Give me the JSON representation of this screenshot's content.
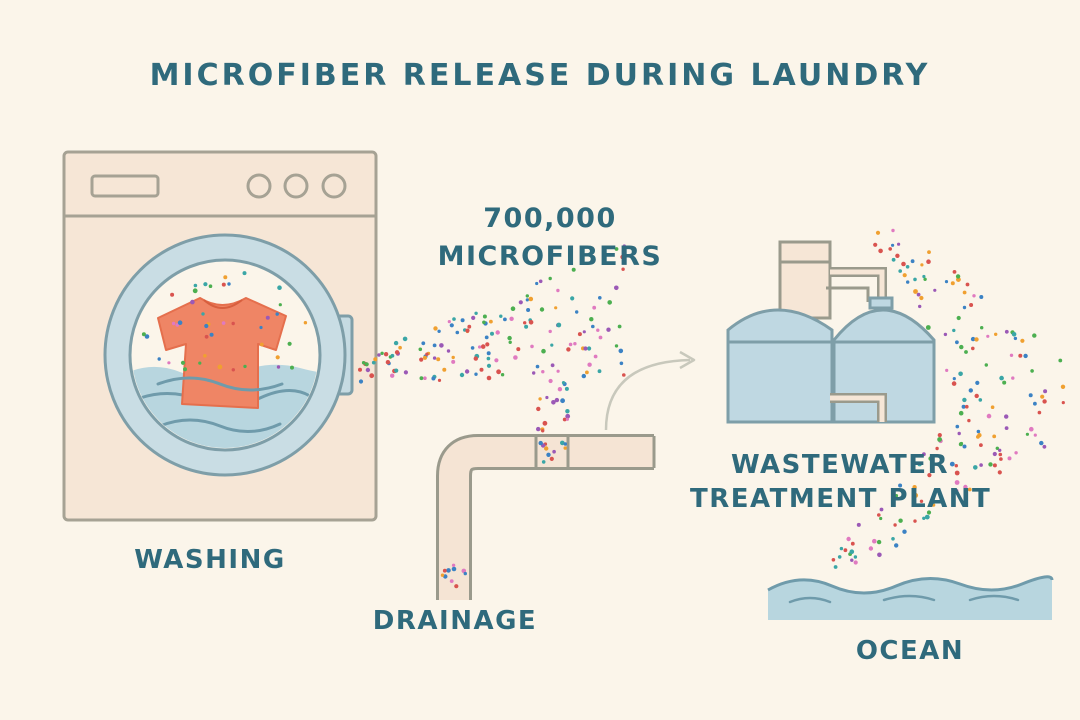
{
  "title": "MICROFIBER RELEASE DURING LAUNDRY",
  "count": {
    "line1": "700,000",
    "line2": "MICROFIBERS"
  },
  "stages": {
    "washing": "WASHING",
    "drainage": "DRAINAGE",
    "plant_line1": "WASTEWATER",
    "plant_line2": "TREATMENT PLANT",
    "ocean": "OCEAN"
  },
  "colors": {
    "background": "#fbf5ea",
    "text": "#2f6a7c",
    "outline": "#9a9a8c",
    "machine_fill": "#f6e6d6",
    "water": "#b8d6df",
    "water_line": "#6f9bab",
    "shirt": "#ef8565",
    "pipe": "#f5e4d4",
    "tank": "#bfd8e2",
    "particles": [
      "#d9534f",
      "#3b82c4",
      "#4caf50",
      "#f0a030",
      "#9b59b6",
      "#e07ac0",
      "#3aa6a6"
    ]
  },
  "icons": {
    "machine": "washing-machine-icon",
    "shirt": "t-shirt-icon",
    "pipe": "drain-pipe-icon",
    "plant": "treatment-plant-icon",
    "ocean": "ocean-waves-icon",
    "arrow": "flow-arrow-icon"
  }
}
